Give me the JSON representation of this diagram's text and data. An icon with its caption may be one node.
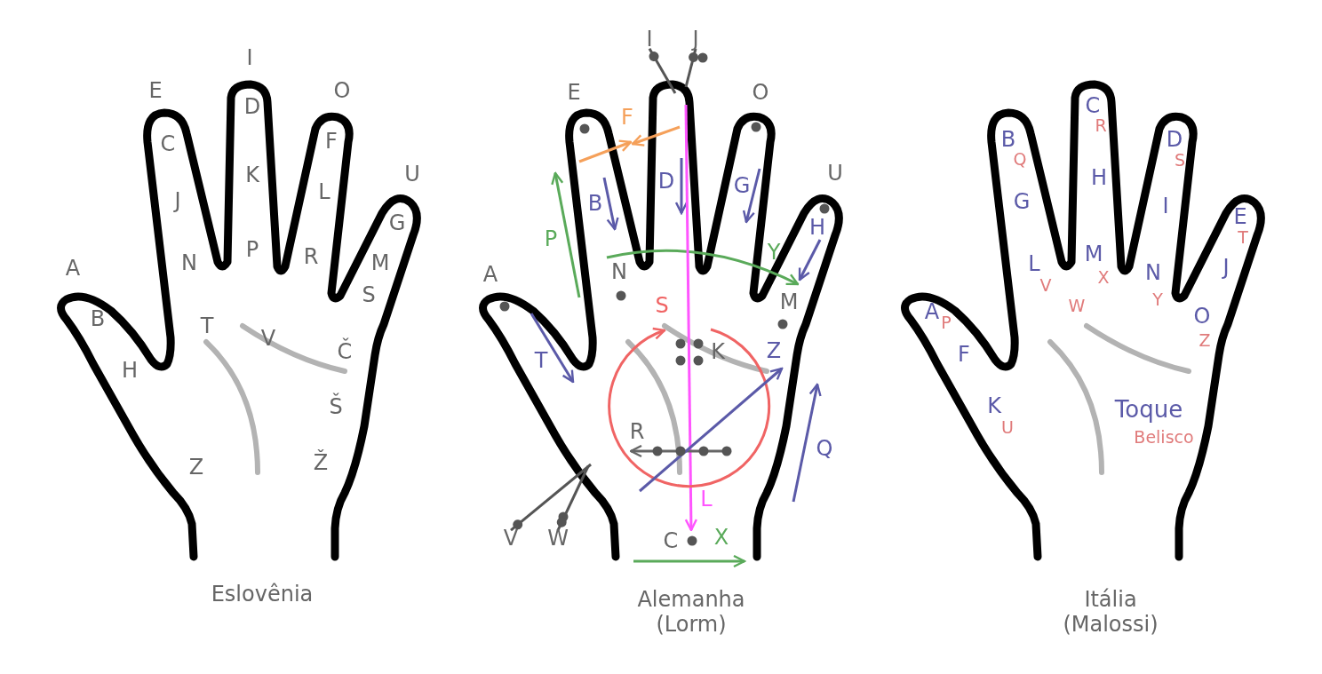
{
  "diagram": {
    "nodes": [
      {
        "text": [
          "I"
        ]
      },
      {
        "text": [
          "J"
        ]
      },
      {
        "text": [
          "V"
        ]
      },
      {
        "text": [
          "W"
        ]
      }
    ],
    "edges": [
      {
        "from": 0,
        "to": null,
        "arrow": "other"
      },
      {
        "from": 1,
        "to": null,
        "arrow": "other"
      },
      {
        "from": 2,
        "to": null,
        "arrow": "other"
      },
      {
        "from": 3,
        "to": null,
        "arrow": "other"
      }
    ],
    "labels": [
      "A",
      "B",
      "H",
      "E",
      "C",
      "J",
      "N",
      "I",
      "D",
      "K",
      "P",
      "O",
      "F",
      "L",
      "R",
      "U",
      "G",
      "M",
      "S",
      "T",
      "V",
      "Č",
      "Š",
      "Ž",
      "Z",
      "Eslovênia",
      "E",
      "F",
      "O",
      "D",
      "U",
      "B",
      "G",
      "P",
      "H",
      "Y",
      "A",
      "N",
      "M",
      "S",
      "K",
      "T",
      "Z",
      "R",
      "Q",
      "L",
      "C",
      "X",
      "Alemanha (Lorm)",
      "C",
      "R",
      "B",
      "Q",
      "D",
      "S",
      "H",
      "G",
      "I",
      "E",
      "T",
      "J",
      "L",
      "V",
      "M",
      "X",
      "N",
      "Y",
      "W",
      "A",
      "P",
      "O",
      "Z",
      "F",
      "Toque",
      "K",
      "Belisco",
      "U",
      "Itália (Malossi)"
    ]
  }
}
